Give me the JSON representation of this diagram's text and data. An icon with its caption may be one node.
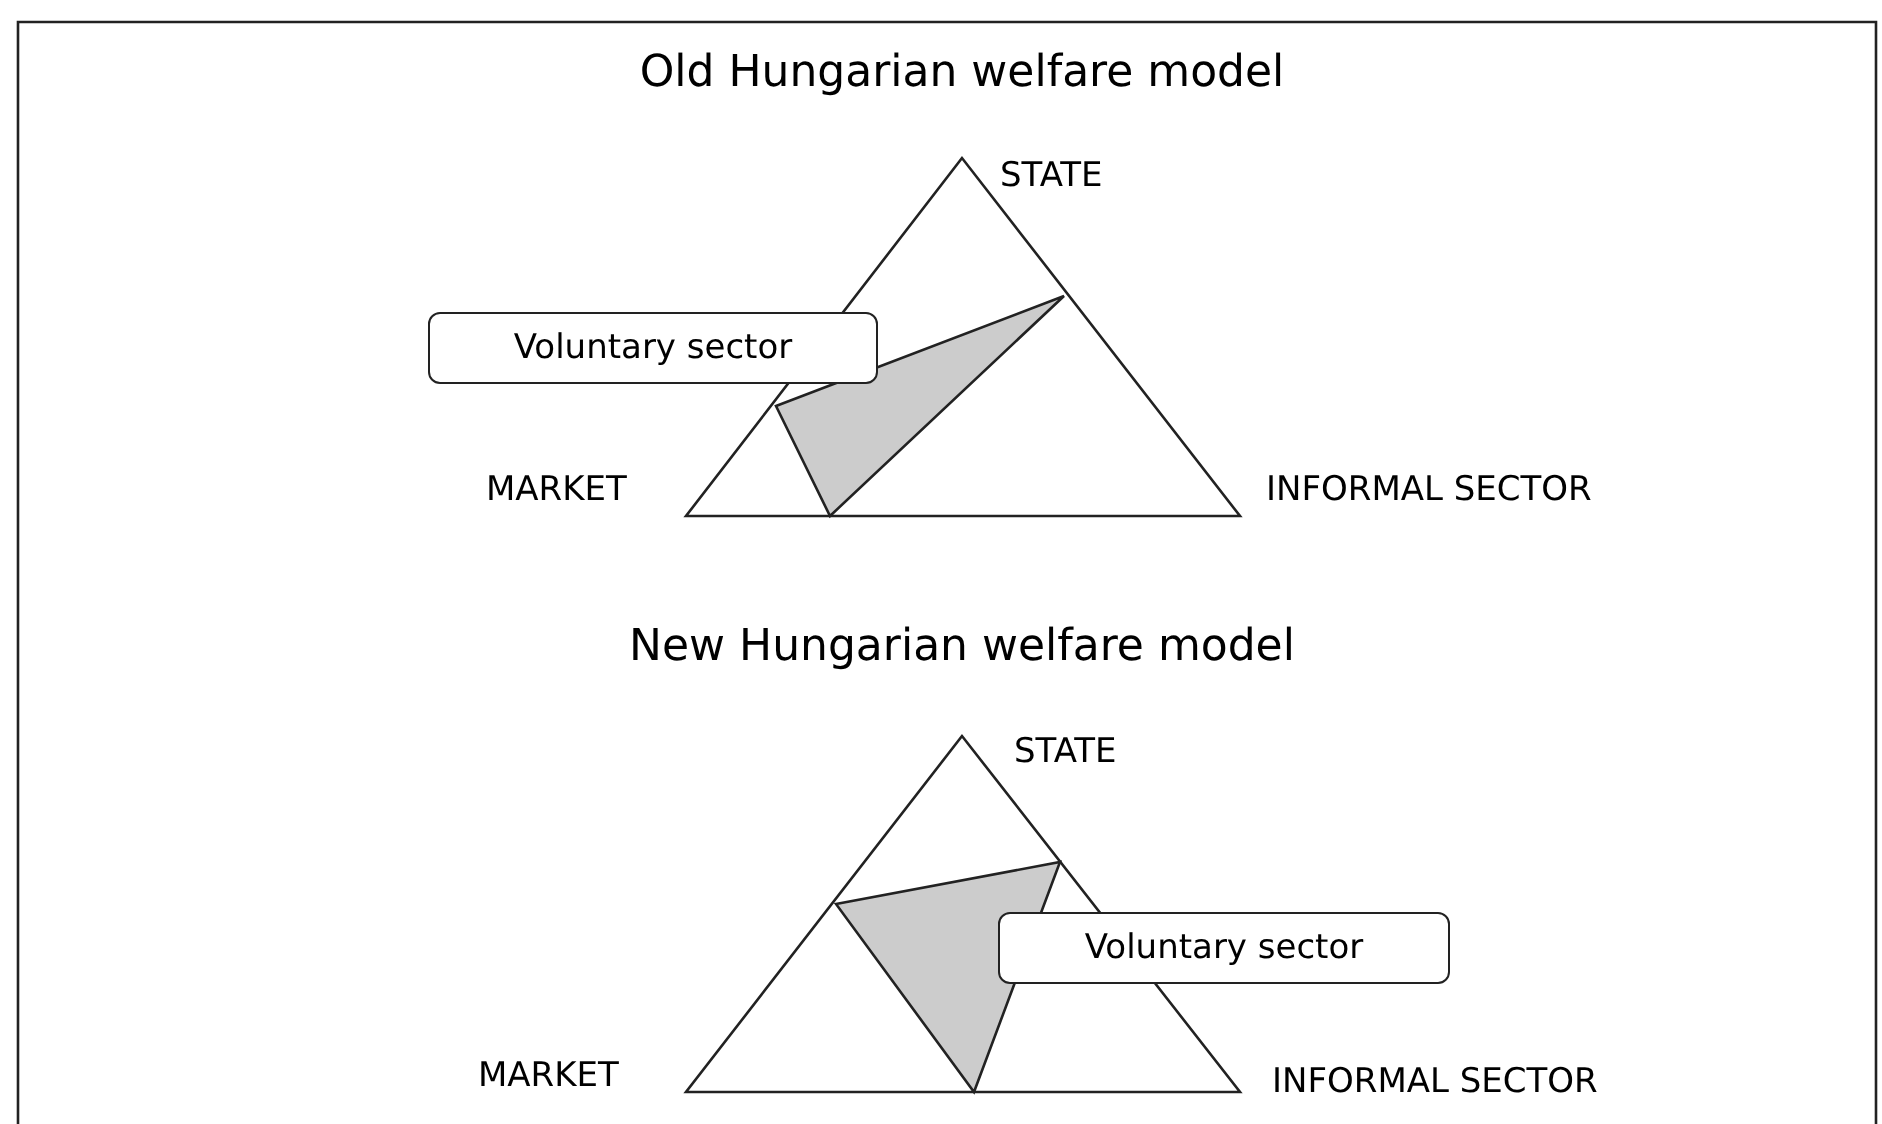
{
  "diagram": {
    "nodes": [
      {
        "text": [],
        "shape": "triangle"
      },
      {
        "text": [],
        "shape": "triangle",
        "in": 0
      },
      {
        "text": [
          "Voluntary sector"
        ]
      },
      {
        "text": [],
        "shape": "triangle"
      },
      {
        "text": [],
        "shape": "triangle",
        "in": 3
      },
      {
        "text": [
          "Voluntary sector"
        ]
      }
    ],
    "labels": [
      "Old Hungarian welfare model",
      "STATE",
      "MARKET",
      "INFORMAL SECTOR",
      "New Hungarian welfare model",
      "STATE",
      "MARKET",
      "INFORMAL SECTOR"
    ]
  }
}
